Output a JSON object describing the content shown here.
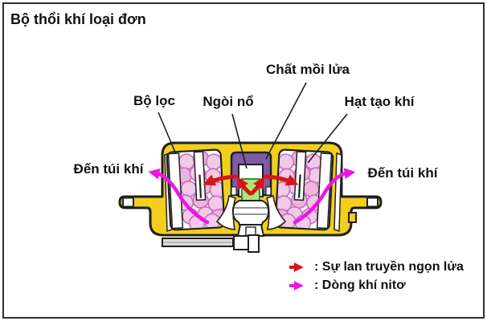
{
  "title": "Bộ thổi khí loại đơn",
  "diagram": {
    "labels": {
      "filter": "Bộ lọc",
      "detonator": "Ngòi nổ",
      "primer": "Chất mồi lửa",
      "gas_generant": "Hạt tạo khí",
      "to_airbag_left": "Đến túi khí",
      "to_airbag_right": "Đến túi khí"
    },
    "colors": {
      "housing_yellow": "#F2CF1D",
      "primer_purple": "#7D5BA6",
      "squib_green": "#A9E87C",
      "pellet_pink": "#F2C9E7",
      "pellet_outline": "#C36FBB",
      "flame_red": "#D91414",
      "nitrogen_magenta": "#EE14E4",
      "connector_grey": "#DCDCDC"
    }
  },
  "legend": {
    "items": [
      {
        "name": "flame-propagation",
        "color": "#D91414",
        "label": ": Sự lan truyền ngọn lửa"
      },
      {
        "name": "nitrogen-flow",
        "color": "#EE14E4",
        "label": ": Dòng khí nitơ"
      }
    ]
  }
}
